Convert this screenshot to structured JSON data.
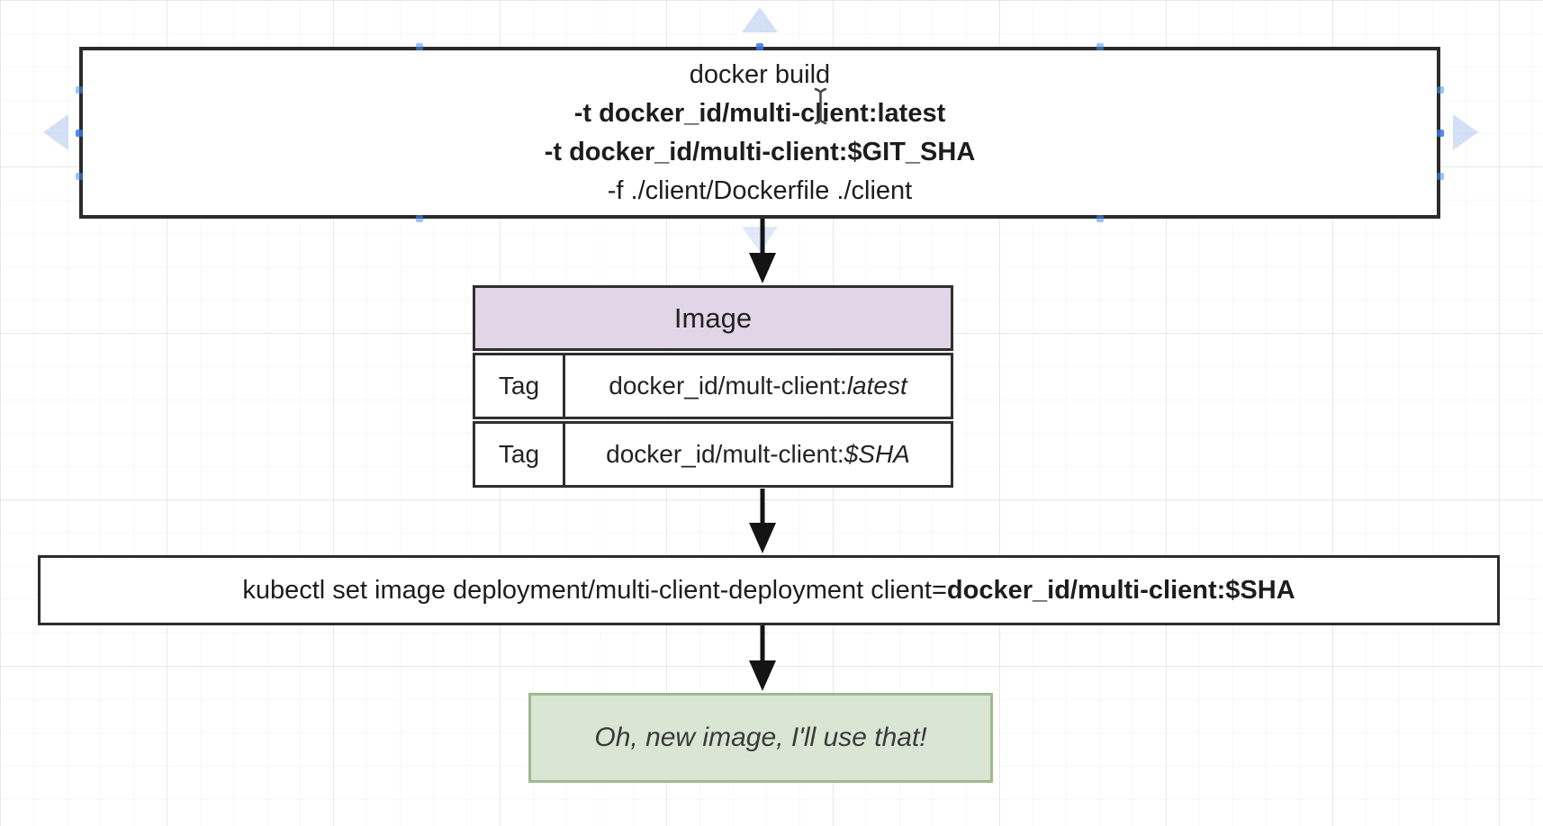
{
  "colors": {
    "shape_border": "#2b2b2b",
    "arrow": "#141414",
    "table_header_fill": "#E1D5E7",
    "note_fill": "#D8E6D3",
    "note_border": "#9FBA8F",
    "selection_blue": "#4d90fe",
    "direction_arrow_blue": "#9ab6e3"
  },
  "build_box": {
    "line1": "docker build",
    "line2": "-t docker_id/multi-client:latest",
    "line3": "-t docker_id/multi-client:$GIT_SHA",
    "line4": "-f ./client/Dockerfile ./client"
  },
  "image_table": {
    "header": "Image",
    "rows": [
      {
        "key": "Tag",
        "value_prefix": "docker_id/mult-client:",
        "value_italic": "latest"
      },
      {
        "key": "Tag",
        "value_prefix": "docker_id/mult-client:",
        "value_italic": "$SHA"
      }
    ]
  },
  "kubectl_box": {
    "text_regular": "kubectl set image deployment/multi-client-deployment client=",
    "text_bold": "docker_id/multi-client:$SHA"
  },
  "note_box": {
    "text": "Oh, new image, I'll use that!"
  }
}
